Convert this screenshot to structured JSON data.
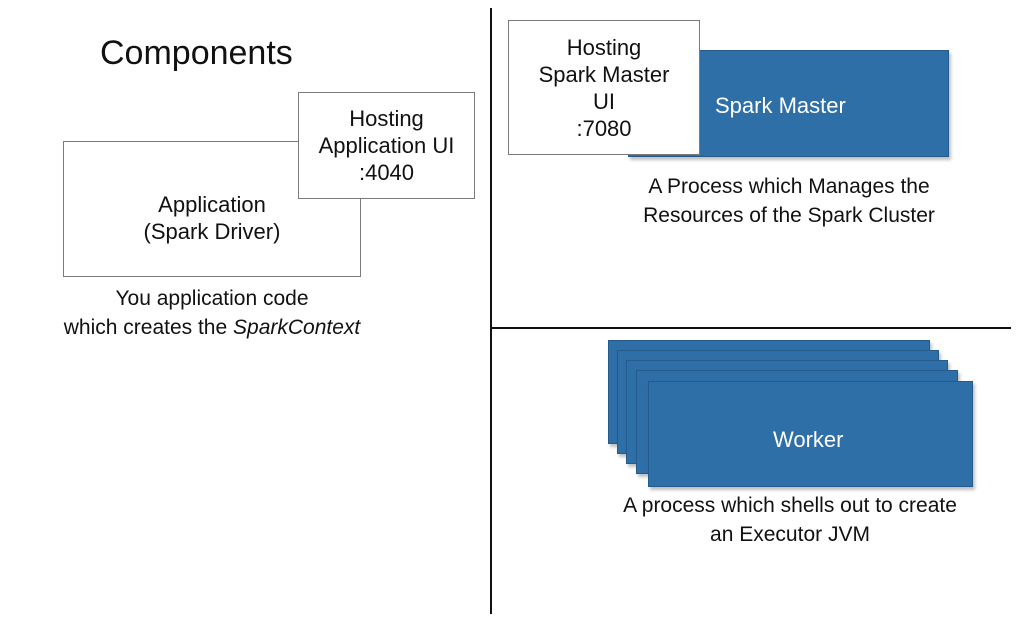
{
  "title": "Components",
  "application": {
    "line1": "Application",
    "line2": "(Spark Driver)",
    "ui_box": {
      "line1": "Hosting",
      "line2": "Application UI",
      "line3": ":4040"
    },
    "caption_line1": "You application code",
    "caption_line2_prefix": "which creates the ",
    "caption_line2_emphasis": "SparkContext"
  },
  "master": {
    "label": "Spark Master",
    "ui_box": {
      "line1": "Hosting",
      "line2": "Spark Master",
      "line3": "UI",
      "line4": ":7080"
    },
    "caption_line1": "A Process which Manages the",
    "caption_line2": "Resources of the Spark Cluster"
  },
  "worker": {
    "label": "Worker",
    "caption_line1": "A process which shells out to create",
    "caption_line2": "an Executor JVM"
  },
  "colors": {
    "component_blue": "#2e6fa8",
    "divider": "#111111",
    "box_border": "#7a7a7a"
  }
}
